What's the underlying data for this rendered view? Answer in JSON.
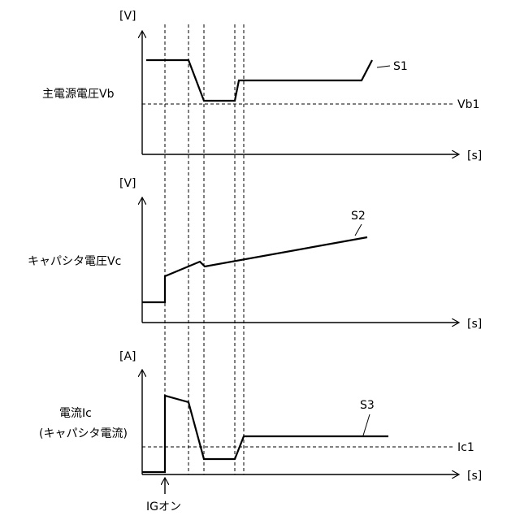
{
  "panels": {
    "vb": {
      "unit": "[V]",
      "label": "主電源電圧Vb",
      "time_unit": "[s]",
      "curve_name": "S1",
      "threshold_label": "Vb1"
    },
    "vc": {
      "unit": "[V]",
      "label": "キャパシタ電圧Vc",
      "time_unit": "[s]",
      "curve_name": "S2"
    },
    "ic": {
      "unit": "[A]",
      "label_line1": "電流Ic",
      "label_line2": "(キャパシタ電流)",
      "time_unit": "[s]",
      "curve_name": "S3",
      "threshold_label": "Ic1"
    }
  },
  "event_label": "IGオン"
}
